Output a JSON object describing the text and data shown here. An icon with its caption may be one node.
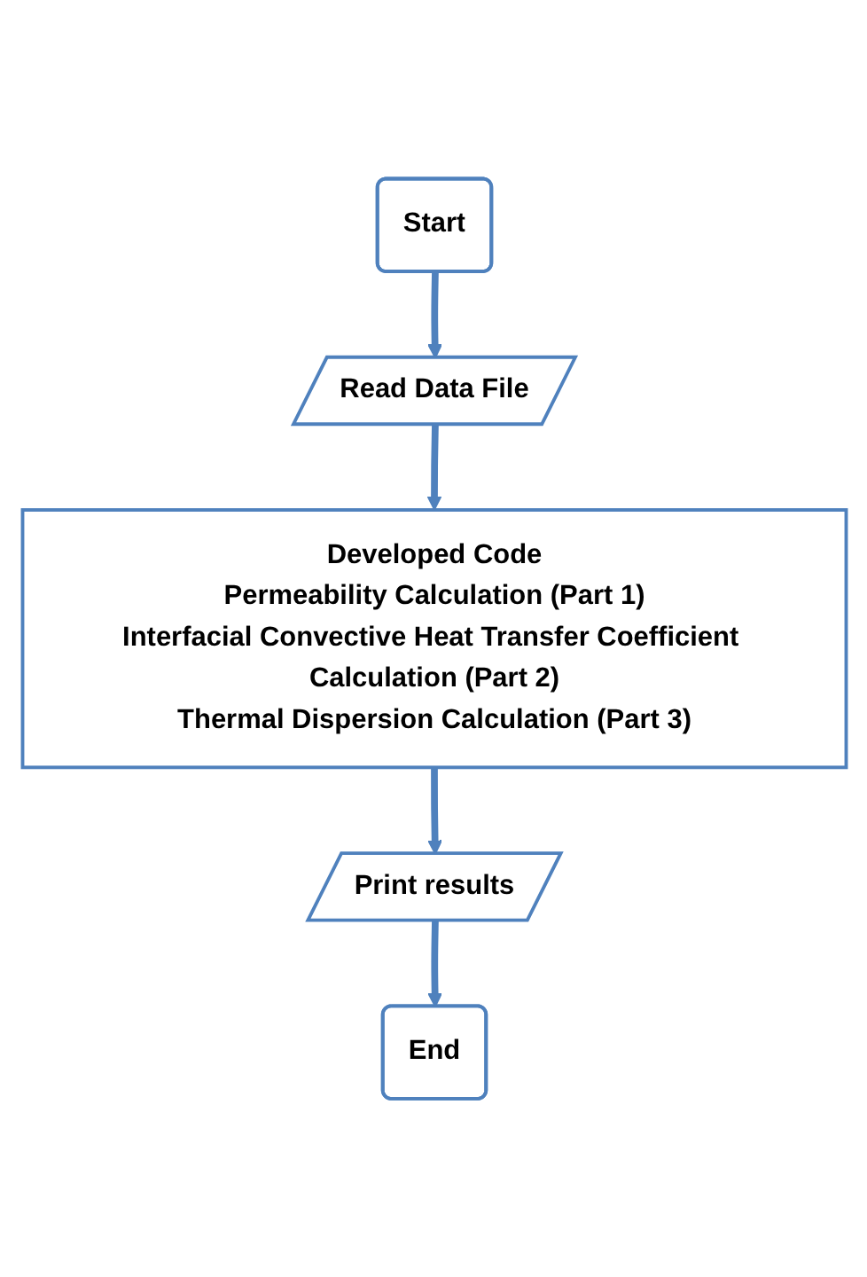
{
  "diagram": {
    "nodes": [
      {
        "text": [
          "Start"
        ]
      },
      {
        "text": [
          "Read Data File"
        ]
      },
      {
        "text": [
          "Developed Code",
          "Permeability Calculation (Part 1)",
          "Interfacial Convective Heat Transfer Coefficient Calculation (Part 2)",
          "Thermal Dispersion Calculation (Part 3)"
        ]
      },
      {
        "text": [
          "Print results"
        ]
      },
      {
        "text": [
          "End"
        ]
      }
    ],
    "edges": [
      {
        "from": 0,
        "to": 1,
        "arrow": "to"
      },
      {
        "from": 1,
        "to": 2,
        "arrow": "to"
      },
      {
        "from": 2,
        "to": 3,
        "arrow": "to"
      },
      {
        "from": 3,
        "to": 4,
        "arrow": "to"
      }
    ]
  }
}
